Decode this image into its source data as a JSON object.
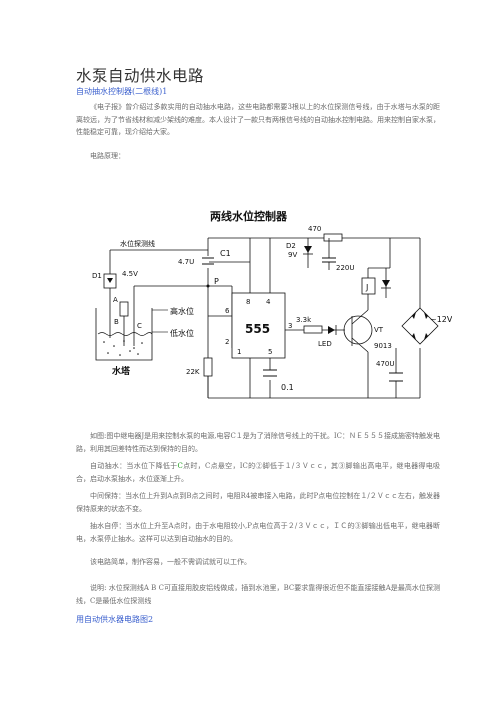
{
  "document": {
    "title": "水泵自动供水电路",
    "subtitle_link": "自动抽水控制器(二根线)1",
    "intro": "《电子报》曾介绍过多款实用的自动抽水电路，这些电路都需要3根以上的水位探测信号线，由于水塔与水泵的距离较远，为了节省线材和减少架线的难度。本人设计了一款只有两根信号线的自动抽水控制电路。用来控制自家水泵，性能稳定可靠，现介绍给大家。",
    "principle_label": "电路原理：",
    "caption": "如图:图中继电器J是用来控制水泵的电源,电容C１是为了消除信号线上的干扰。IC：ＮＥ５５５接成施密特触发电路，利用其回差特性而达到保持的目的。",
    "auto_pump_pre": "自动抽水：当水位下降低于",
    "auto_pump_c": "C",
    "auto_pump_post": "点时，C点悬空，IC的②脚低于１/３Ｖｃｃ，其③脚输出高电平，继电器得电吸合，启动水泵抽水，水位逐渐上升。",
    "hold": "中间保持：当水位上升到A点到B点之间时，电阻R4被串接入电路，此时P点电位控制在１/２Ｖｃｃ左右，触发器保持原来的状态不变。",
    "auto_stop": "抽水自停：当水位上升至A点时，由于水电阻较小,P点电位高于２/３Ｖｃｃ，ＩＣ的③脚输出低电平，继电器断电，水泵停止抽水。这样可以达到自动抽水的目的。",
    "simple": "该电路简单，制作容易，一般不需调试就可以工作。",
    "note": "说明: 水位探测线A B C可直接用胶皮铝线做成，插到水池里，BC要求靠得很近但不能直接接触A是最高水位探测线，C是最低水位探测线",
    "footer_link": "用自动供水器电路图2"
  },
  "circuit": {
    "title": "两线水位控制器",
    "probe_label": "水位探测线",
    "tower_label": "水塔",
    "high_level": "高水位",
    "low_level": "低水位",
    "ic_label": "555",
    "components": {
      "c1": "C1",
      "c1_value": "4.7U",
      "d1": "D1",
      "d1_value": "4.5V",
      "d2": "D2",
      "d2_value": "9V",
      "r_top": "470",
      "c_top": "220U",
      "relay": "J",
      "r_base": "3.3k",
      "led": "LED",
      "vt": "VT",
      "vt_model": "9013",
      "c_out": "470U",
      "supply": "~12V",
      "r_bottom": "22K",
      "c_bottom": "0.1",
      "node_p": "P",
      "node_a": "A",
      "node_b": "B",
      "node_c": "C"
    },
    "pins": [
      "8",
      "4",
      "6",
      "3",
      "2",
      "1",
      "5"
    ]
  }
}
